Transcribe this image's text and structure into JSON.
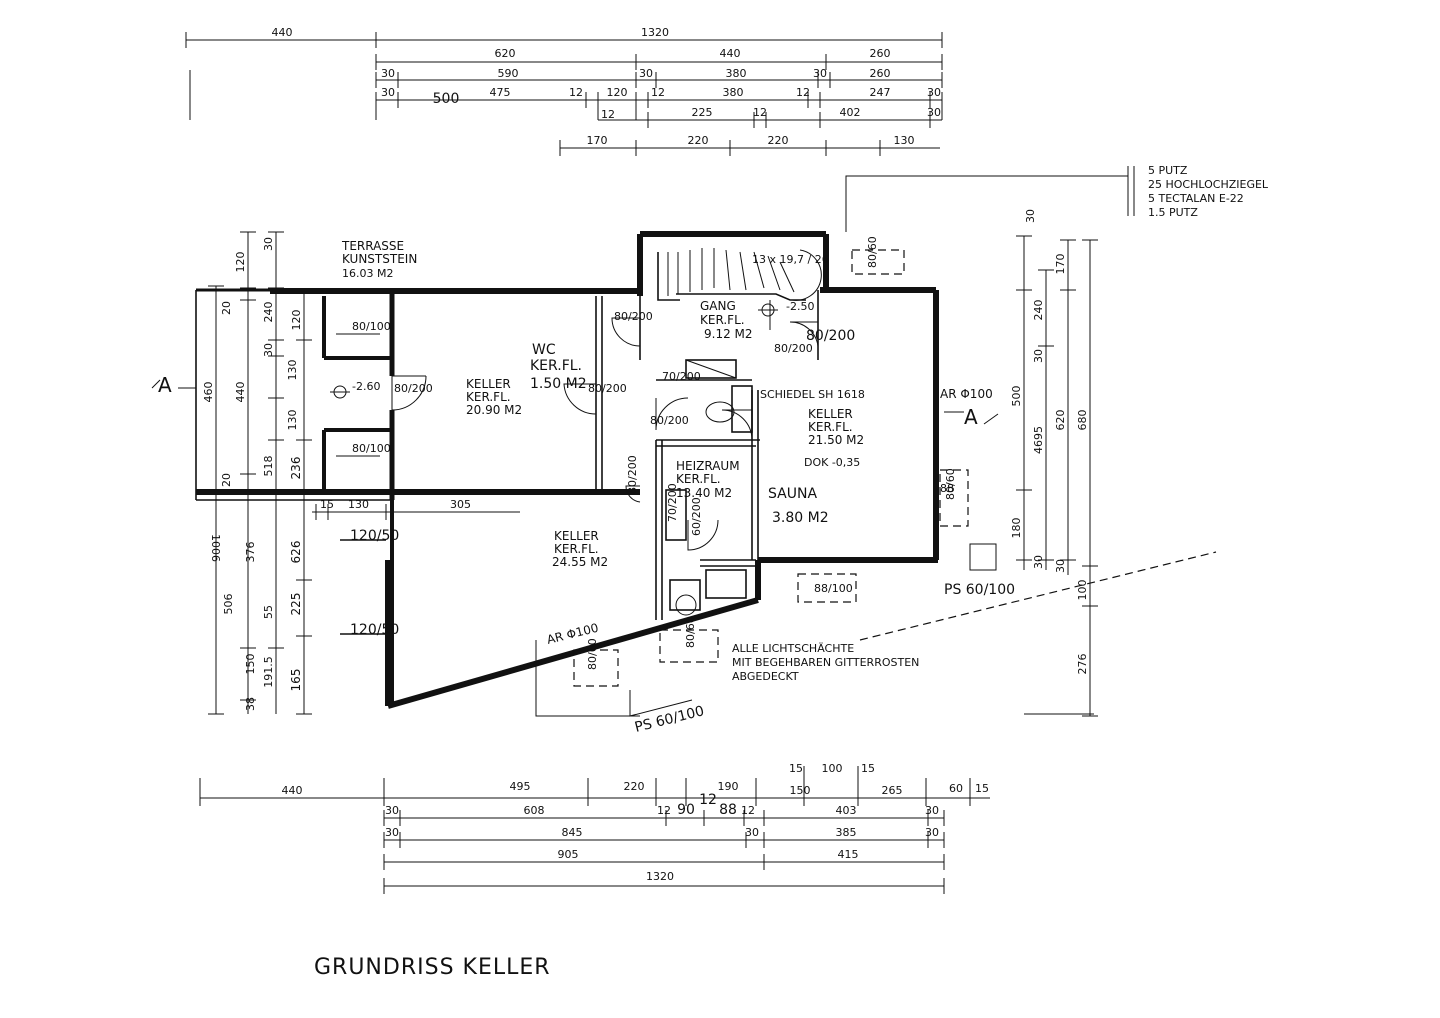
{
  "title": "GRUNDRISS KELLER",
  "section_marks": [
    "A",
    "A"
  ],
  "rooms": [
    {
      "name": "TERRASSE",
      "floor": "KUNSTSTEIN",
      "area": "16.03 M2"
    },
    {
      "name": "KELLER",
      "floor": "KER.FL.",
      "area": "20.90 M2"
    },
    {
      "name": "WC",
      "floor": "KER.FL.",
      "area": "1.50 M2"
    },
    {
      "name": "GANG",
      "floor": "KER.FL.",
      "area": "9.12 M2"
    },
    {
      "name": "KELLER",
      "floor": "KER.FL.",
      "area": "21.50 M2"
    },
    {
      "name": "HEIZRAUM",
      "floor": "KER.FL.",
      "area": "13.40 M2"
    },
    {
      "name": "SAUNA",
      "floor": "",
      "area": "3.80 M2"
    },
    {
      "name": "KELLER",
      "floor": "KER.FL.",
      "area": "24.55 M2"
    }
  ],
  "wall_layers": [
    "5 PUTZ",
    "25 HOCHLOCHZIEGEL",
    "5 TECTALAN E-22",
    "1.5 PUTZ"
  ],
  "notes": {
    "light_wells": [
      "ALLE LICHTSCHÄCHTE",
      "MIT BEGEHBAREN GITTERROSTEN",
      "ABGEDECKT"
    ],
    "ps_right": "PS 60/100",
    "ps_bottom": "PS 60/100",
    "chimney": "SCHIEDEL SH 1618",
    "drain_right": "AR Φ100",
    "drain_bottom": "AR Φ100",
    "stair": "13 x 19,7 / 26",
    "dok": "DOK -0,35"
  },
  "levels": {
    "left": "-2.60",
    "gang": "-2.50"
  },
  "top_dims": {
    "r1": [
      "440",
      "1320"
    ],
    "r2": [
      "620",
      "440",
      "260"
    ],
    "r3": [
      "30",
      "590",
      "30",
      "380",
      "30",
      "260"
    ],
    "r4": [
      "30",
      "500",
      "475",
      "12",
      "120",
      "12",
      "380",
      "12",
      "247",
      "30"
    ],
    "r5": [
      "12",
      "225",
      "12",
      "402",
      "30"
    ],
    "r6": [
      "170",
      "220",
      "220",
      "130"
    ]
  },
  "bottom_dims": {
    "r1": [
      "440",
      "495",
      "220",
      "190",
      "15",
      "100",
      "15",
      "150",
      "265",
      "60",
      "15"
    ],
    "r2": [
      "30",
      "608",
      "12",
      "90",
      "12",
      "88",
      "12",
      "403",
      "30"
    ],
    "r3": [
      "30",
      "845",
      "30",
      "385",
      "30"
    ],
    "r4": [
      "905",
      "415"
    ],
    "r5": [
      "1320"
    ]
  },
  "left_dims": {
    "outer": [
      "1006",
      "460",
      "506"
    ],
    "c2": [
      "120",
      "20",
      "440",
      "20",
      "376",
      "150",
      "38"
    ],
    "c3": [
      "30",
      "240",
      "30",
      "130",
      "130",
      "518",
      "55",
      "191.5"
    ],
    "c4": [
      "120",
      "236",
      "626",
      "225",
      "165"
    ],
    "small": [
      "15",
      "130",
      "305"
    ]
  },
  "right_dims": {
    "c1": [
      "30",
      "30",
      "500",
      "180",
      "30"
    ],
    "c2": [
      "240",
      "4695"
    ],
    "c3": [
      "170",
      "620",
      "30"
    ],
    "c4": [
      "680",
      "100",
      "276"
    ]
  },
  "openings": {
    "windows": [
      "80/100",
      "80/100",
      "80/60",
      "80/60",
      "80/60",
      "80/60"
    ],
    "doors": [
      "80/200",
      "80/200",
      "80/200",
      "80/200",
      "70/200",
      "80/200",
      "80/200",
      "60/200",
      "70/200",
      "80/200"
    ],
    "lintels": [
      "120/50",
      "120/50"
    ],
    "misc": [
      "88/100",
      "88"
    ]
  }
}
